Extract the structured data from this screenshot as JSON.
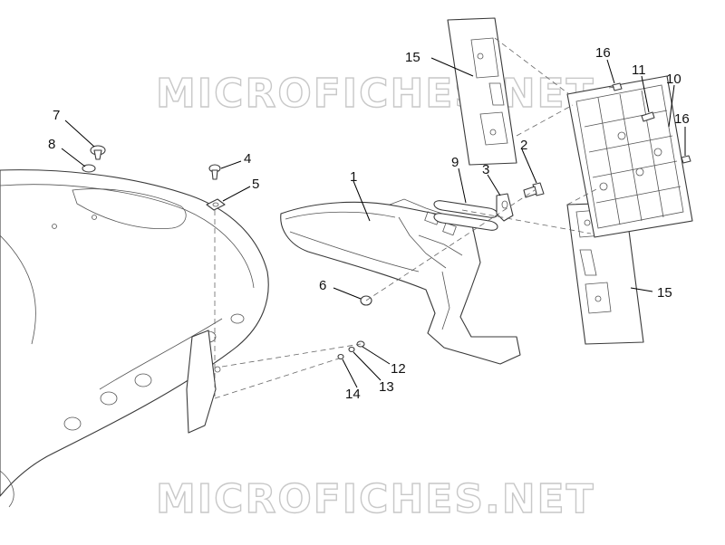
{
  "watermark": {
    "text": "MICROFICHES.NET"
  },
  "callouts": [
    {
      "id": "1",
      "label": "1"
    },
    {
      "id": "2",
      "label": "2"
    },
    {
      "id": "3",
      "label": "3"
    },
    {
      "id": "4",
      "label": "4"
    },
    {
      "id": "5",
      "label": "5"
    },
    {
      "id": "6",
      "label": "6"
    },
    {
      "id": "7",
      "label": "7"
    },
    {
      "id": "8",
      "label": "8"
    },
    {
      "id": "9",
      "label": "9"
    },
    {
      "id": "10",
      "label": "10"
    },
    {
      "id": "11",
      "label": "11"
    },
    {
      "id": "12",
      "label": "12"
    },
    {
      "id": "13",
      "label": "13"
    },
    {
      "id": "14",
      "label": "14"
    },
    {
      "id": "15a",
      "label": "15"
    },
    {
      "id": "15b",
      "label": "15"
    },
    {
      "id": "16a",
      "label": "16"
    },
    {
      "id": "16b",
      "label": "16"
    }
  ]
}
